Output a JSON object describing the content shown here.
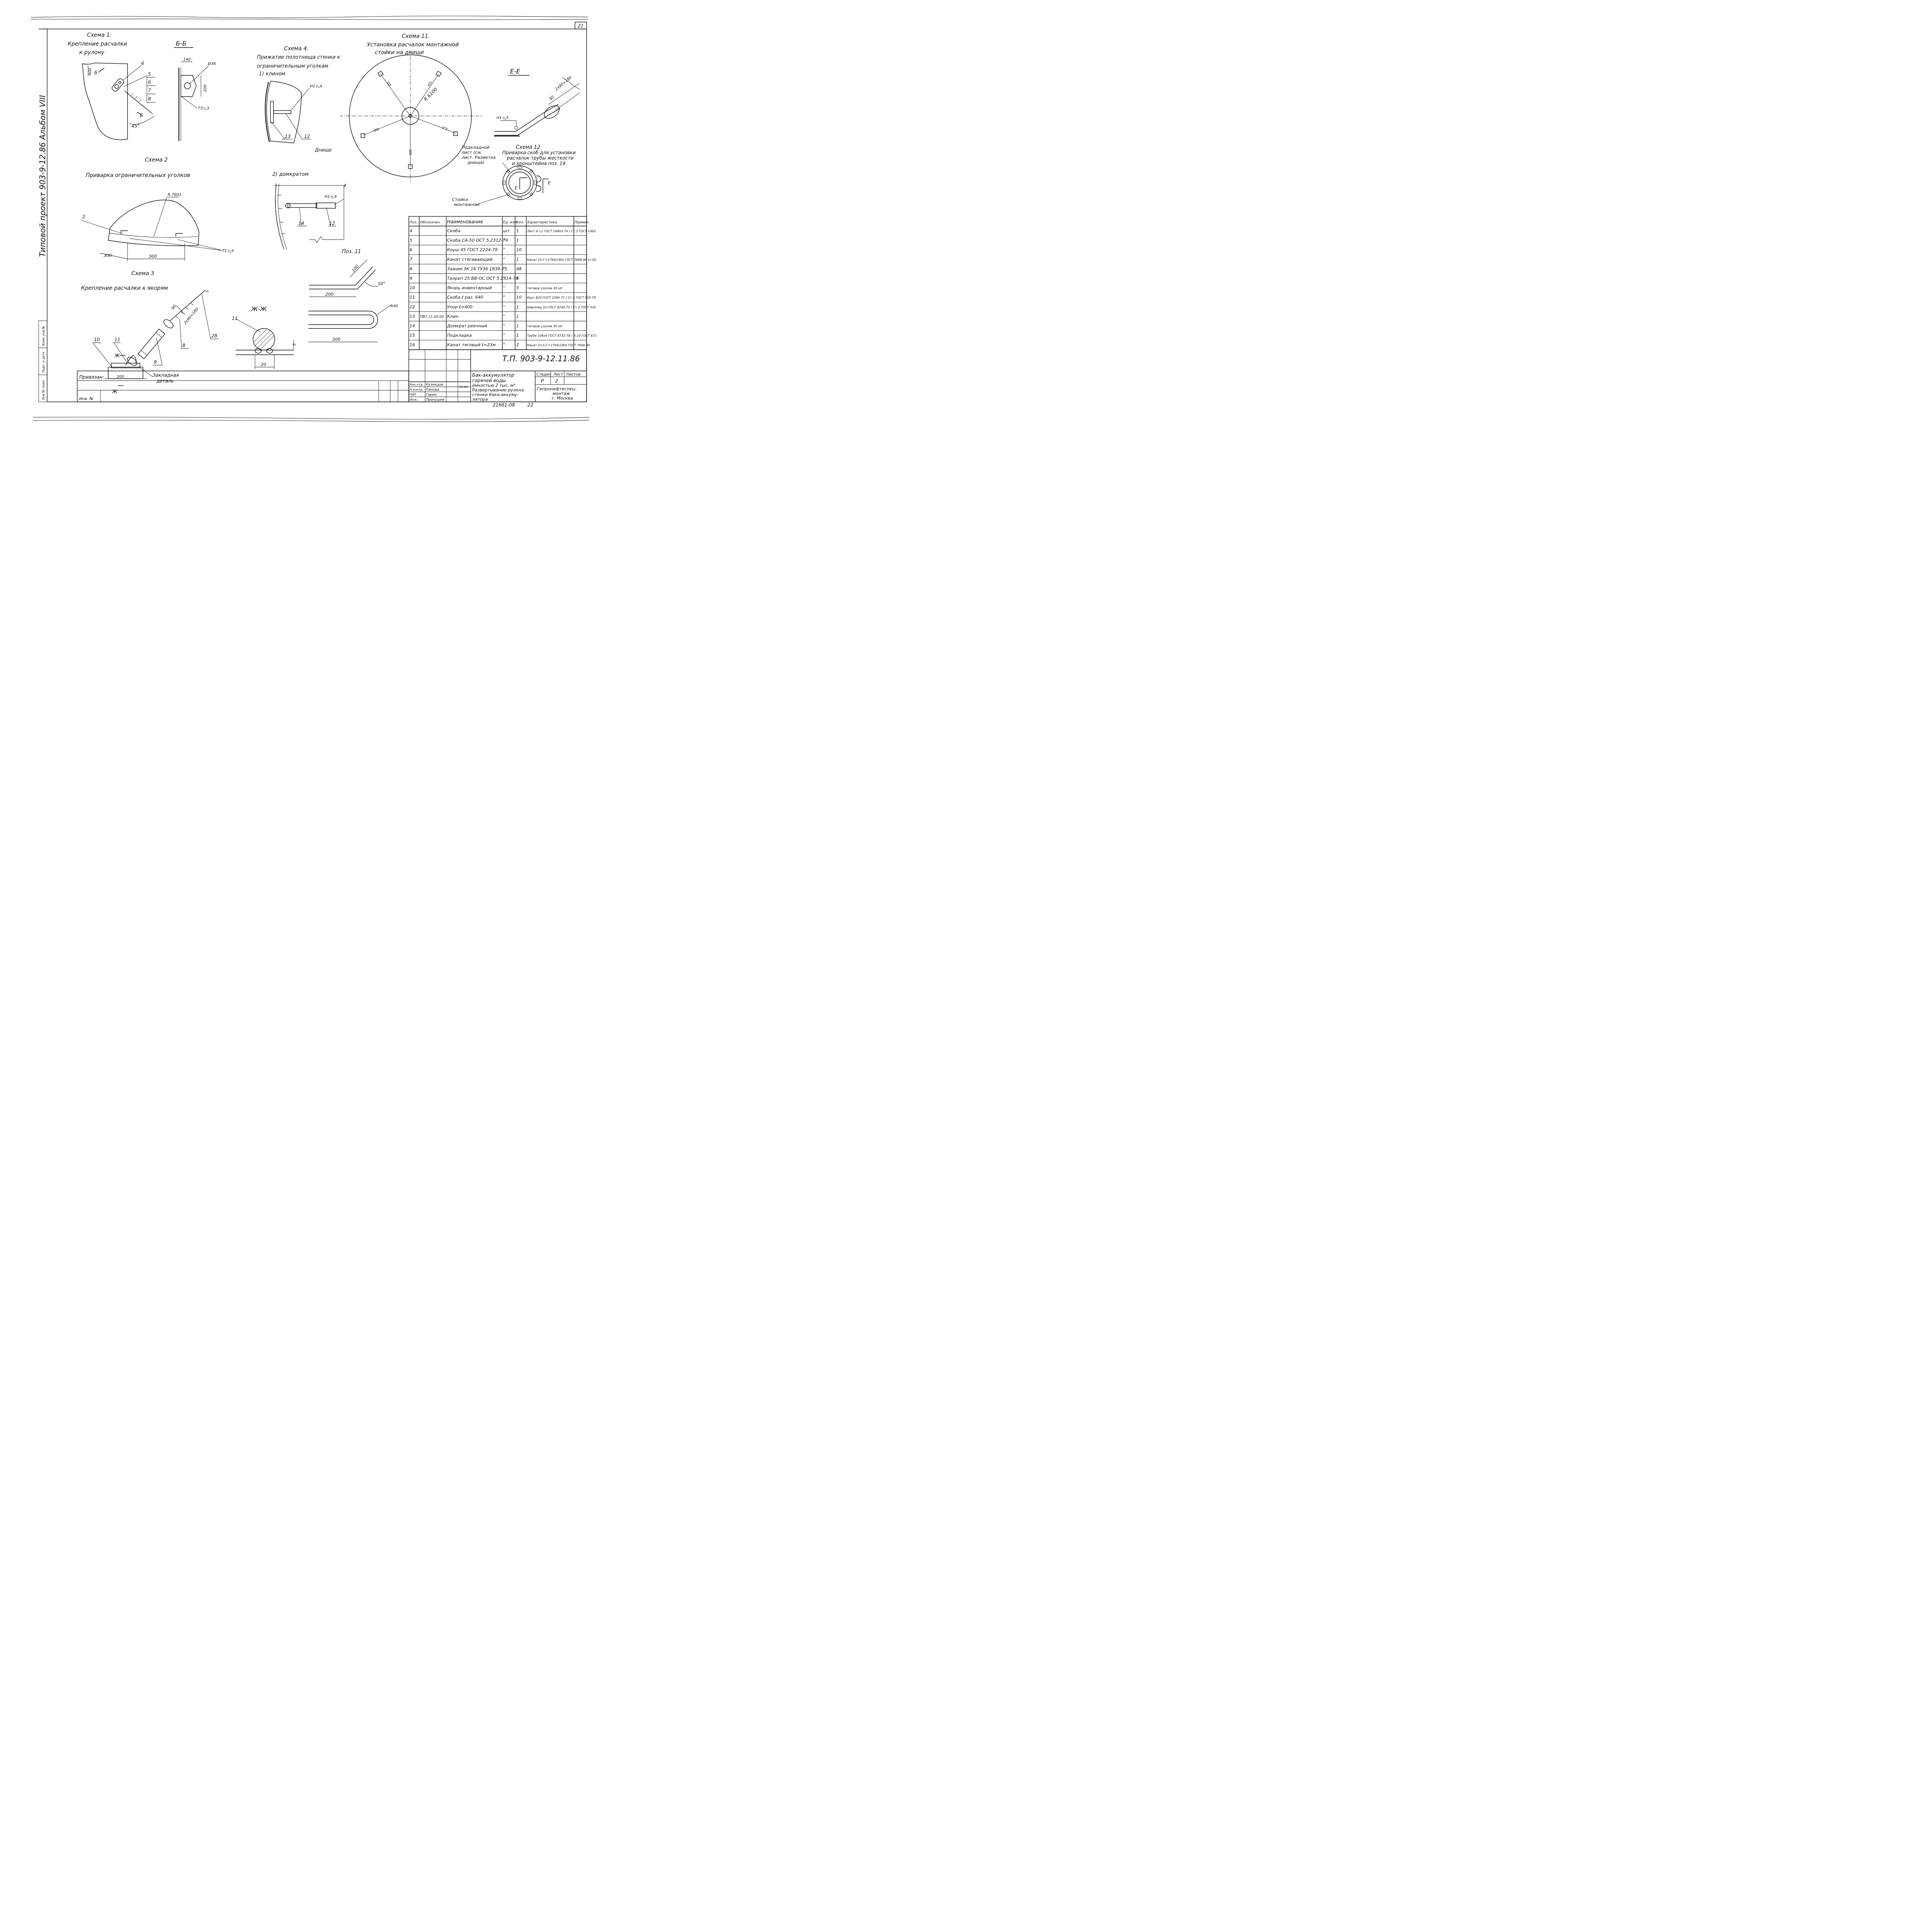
{
  "sheet_number": "21",
  "side_stamp": {
    "title": "Типовой проект 903-9-12.86 Альбом VIII"
  },
  "side_cells": [
    "Инв.№ подл.",
    "Подп. и дата",
    "Взам. инв.№"
  ],
  "schemes": {
    "s1_title": "Схема 1.",
    "s1_subtitle_1": "Крепление расчалки",
    "s1_subtitle_2": "к рулону",
    "s1_dim_600": "600",
    "s1_angle": "45°",
    "s1_section": "Б",
    "s1_callouts": [
      "4",
      "5",
      "6",
      "7",
      "8"
    ],
    "bb_title": "Б-Б",
    "bb_dim_140": "140",
    "bb_dim_36": "Ø36",
    "bb_dim_200": "200",
    "bb_weld": "Т3-◺5",
    "s4_title": "Схема 4.",
    "s4_subtitle_1": "Прижатие полотнища стенки к",
    "s4_subtitle_2": "ограничительным уголкам",
    "s4_a": "1) клином",
    "s4_weld": "Н1-◺4",
    "s4_c13": "13",
    "s4_c12": "12",
    "s4_bottom": "Днище",
    "s4_b": "2) домкратом",
    "s4_weld_b": "Н1-◺4",
    "s4_c14": "14",
    "s4_c12b": "12",
    "s11_title": "Схема 11.",
    "s11_subtitle_1": "Установка расчалок монтажной",
    "s11_subtitle_2": "стойки на днище",
    "s11_radius": "R 6100",
    "ee_title": "Е-Е",
    "ee_dim_1": "2х90=180",
    "ee_dim_2": "90",
    "ee_weld": "Н1-◺5",
    "s12_title": "Схема 12",
    "s12_sub_1": "Приварка скоб для установки",
    "s12_sub_2": "расчалок трубы жесткости",
    "s12_sub_3": "и кронштейна поз. 19",
    "s12_note_1": "Подкладной",
    "s12_note_2": "лист (см.",
    "s12_note_3": "лист. Разметка",
    "s12_note_4": "днища)",
    "s12_stand_1": "Стойка",
    "s12_stand_2": "монтажная",
    "s12_mark": "Е",
    "s2_title": "Схема 2",
    "s2_subtitle": "Приварка ограничительных уголков",
    "s2_radius": "R 7601",
    "s2_c2": "2",
    "s2_weld": "Т1-◺4",
    "s2_d300a": "300",
    "s2_d300b": "300",
    "s3_title": "Схема 3",
    "s3_subtitle": "Крепление расчалки к якорям",
    "s3_d90": "90",
    "s3_d180": "2х90=180",
    "s3_c28": "28",
    "s3_c8": "8",
    "s3_c9": "9",
    "s3_c10": "10",
    "s3_c11": "11",
    "s3_d200": "200",
    "s3_zh": "Ж",
    "s3_embed_1": "Закладная",
    "s3_embed_2": "деталь",
    "zz_title": "Ж-Ж",
    "zz_c11": "11",
    "zz_d5": "5",
    "zz_d20": "20",
    "p11_title": "Поз. 11",
    "p11_d100": "100",
    "p11_d200": "200",
    "p11_angle": "50°",
    "p11_r40": "R40",
    "p11_d300": "300"
  },
  "spec_table": {
    "headers": [
      "Поз.",
      "Обозначен.",
      "Наименование",
      "Ед. изм.",
      "Кол.",
      "Характеристика",
      "Примеч."
    ],
    "rows": [
      {
        "pos": "4",
        "des": "",
        "name": "Скоба",
        "unit": "шт.",
        "qty": "1",
        "char": "Лист 6-12 ГОСТ 19903-74 / Ст.3 ГОСТ 14637-79"
      },
      {
        "pos": "5",
        "des": "",
        "name": "Скоба СА-50 ОСТ 5.2312-79",
        "unit": "\"",
        "qty": "1",
        "char": ""
      },
      {
        "pos": "6",
        "des": "",
        "name": "Коуш 45 ГОСТ 2224-79",
        "unit": "\"",
        "qty": "10",
        "char": ""
      },
      {
        "pos": "7",
        "des": "",
        "name": "Канат стягивающий",
        "unit": "\"",
        "qty": "1",
        "char": "Канат 15-Г-I-1764(180) ГОСТ 7668-80 ℓ=30м"
      },
      {
        "pos": "8",
        "des": "",
        "name": "Зажим ЗК 16 ТУ36 1839-75",
        "unit": "\"",
        "qty": "48",
        "char": ""
      },
      {
        "pos": "9",
        "des": "",
        "name": "Талреп 25 ВВ-ОС ОСТ 5.2314-79",
        "unit": "\"",
        "qty": "5",
        "char": ""
      },
      {
        "pos": "10",
        "des": "",
        "name": "Якорь инвентарный",
        "unit": "\"",
        "qty": "5",
        "char": "тяговое усилие 30 кН"
      },
      {
        "pos": "11",
        "des": "",
        "name": "Скоба ℓ раз. 640",
        "unit": "\"",
        "qty": "10",
        "char": "Круг В20 ГОСТ 2590-71 / Ст.3 ГОСТ 535-79"
      },
      {
        "pos": "12",
        "des": "",
        "name": "Упор ℓ=400",
        "unit": "\"",
        "qty": "1",
        "char": "Швеллер 10 ГОСТ 8240-72 / Ст.3 ГОСТ 535-79"
      },
      {
        "pos": "13",
        "des": "ПВ7.11.00.00",
        "name": "Клин",
        "unit": "\"",
        "qty": "1",
        "char": ""
      },
      {
        "pos": "14",
        "des": "",
        "name": "Домкрат реечный",
        "unit": "\"",
        "qty": "1",
        "char": "тяговое усилие 50 кН"
      },
      {
        "pos": "15",
        "des": "",
        "name": "Подкладка",
        "unit": "\"",
        "qty": "1",
        "char": "Труба 108х6 ГОСТ 8732-78 / В-10 ГОСТ 8731-74"
      },
      {
        "pos": "16",
        "des": "",
        "name": "Канат тяговый ℓ=23м",
        "unit": "\"",
        "qty": "2",
        "char": "Канат 23,5-Г-I-1764(180) ГОСТ 7668-80"
      }
    ]
  },
  "title_block": {
    "code": "Т.П. 903-9-12.11.86",
    "object_1": "Бак-аккумулятор",
    "object_2": "горячей воды",
    "object_3": "ёмкостью 2 тыс. м³",
    "sheet_name_1": "Развертывание рулона",
    "sheet_name_2": "стенки бака-аккуму-",
    "sheet_name_3": "лятора",
    "stage_h": "Стадия",
    "sheet_h": "Лист",
    "sheets_h": "Листов",
    "stage": "Р",
    "sheet": "2",
    "org_1": "Гипронефтеспец-",
    "org_2": "монтаж",
    "org_3": "г. Москва",
    "roles": [
      "Нач.отд.",
      "Н.контр.",
      "ГИП",
      "Инж."
    ],
    "names": [
      "Кузнецов",
      "Панова",
      "Гарин",
      "Прокушев"
    ],
    "date": "10.85",
    "linked": "Привязан:",
    "inv": "Инв. №",
    "footer": "21661-08",
    "footer_num": "22"
  }
}
